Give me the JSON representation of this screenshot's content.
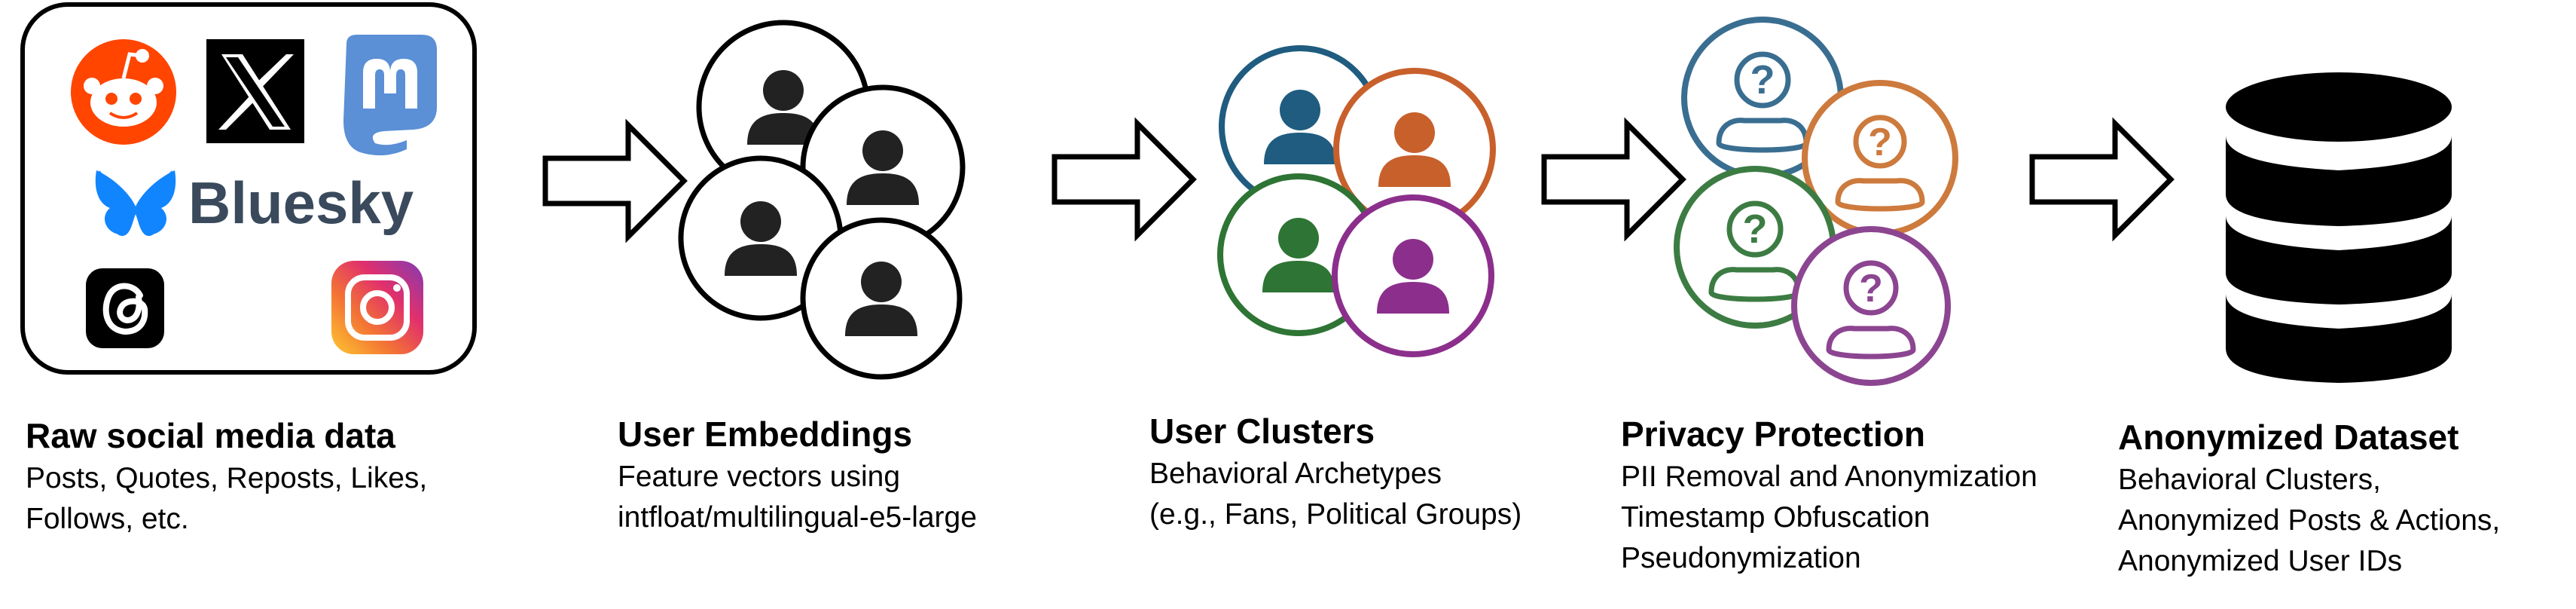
{
  "stages": [
    {
      "title": "Raw social media data",
      "lines": [
        "Posts, Quotes, Reposts, Likes,",
        "Follows, etc."
      ],
      "platforms": [
        {
          "name": "reddit",
          "icon": "reddit-icon"
        },
        {
          "name": "x",
          "icon": "x-icon"
        },
        {
          "name": "mastodon",
          "icon": "mastodon-icon"
        },
        {
          "name": "bluesky",
          "icon": "bluesky-icon",
          "label": "Bluesky"
        },
        {
          "name": "threads",
          "icon": "threads-icon"
        },
        {
          "name": "instagram",
          "icon": "instagram-icon"
        }
      ]
    },
    {
      "title": "User Embeddings",
      "lines": [
        "Feature vectors using",
        "intfloat/multilingual-e5-large"
      ]
    },
    {
      "title": "User Clusters",
      "lines": [
        "Behavioral Archetypes",
        "(e.g., Fans, Political Groups)"
      ]
    },
    {
      "title": "Privacy Protection",
      "lines": [
        "PII Removal and Anonymization",
        "Timestamp Obfuscation",
        "Pseudonymization"
      ]
    },
    {
      "title": "Anonymized Dataset",
      "lines": [
        "Behavioral Clusters,",
        "Anonymized Posts & Actions,",
        "Anonymized User IDs"
      ]
    }
  ],
  "colors": {
    "reddit": "#ff4500",
    "mastodon": "#5b8fd6",
    "bluesky": "#1185fe",
    "bluesky_text": "#3a4a5c",
    "cluster_blue": "#1f5c80",
    "cluster_orange": "#c8602c",
    "cluster_green": "#2e7434",
    "cluster_purple": "#8c2f8c",
    "privacy_blue": "#3a6e91",
    "privacy_orange": "#cd7a3d",
    "privacy_green": "#3c7c43",
    "privacy_purple": "#8c4590",
    "database": "#000000"
  }
}
